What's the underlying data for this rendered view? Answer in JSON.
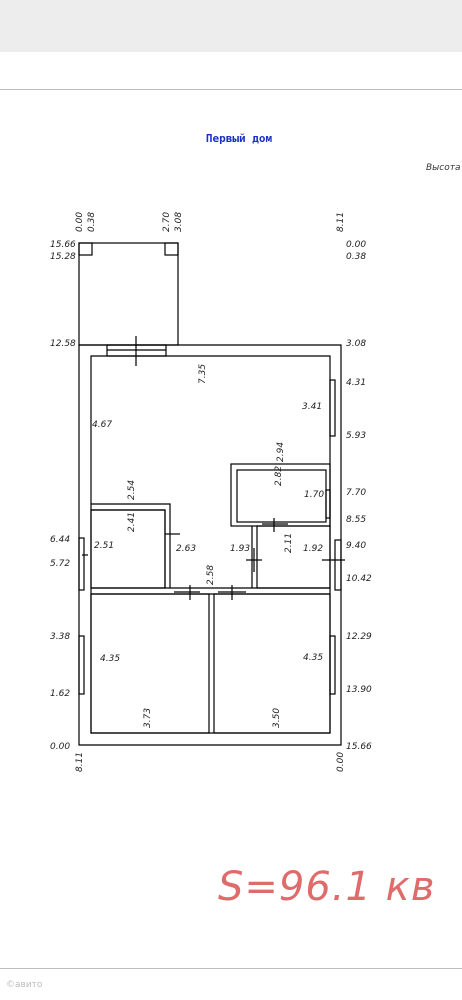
{
  "title": "Первый дом",
  "height_label": "Высота",
  "area_label": "S=96.1 кв",
  "watermark": "©авито",
  "colors": {
    "title": "#1a2fc7",
    "area": "#e06b6b",
    "lines": "#000000"
  },
  "dimensions": {
    "top_000": "0.00",
    "top_038": "0.38",
    "top_270": "2.70",
    "top_308": "3.08",
    "top_811": "8.11",
    "left_1566": "15.66",
    "left_1528": "15.28",
    "left_1258": "12.58",
    "left_644": "6.44",
    "left_572": "5.72",
    "left_338": "3.38",
    "left_162": "1.62",
    "left_000": "0.00",
    "right_000": "0.00",
    "right_038": "0.38",
    "right_308": "3.08",
    "right_431": "4.31",
    "right_593": "5.93",
    "right_770": "7.70",
    "right_855": "8.55",
    "right_940": "9.40",
    "right_1042": "10.42",
    "right_1229": "12.29",
    "right_1390": "13.90",
    "right_1566": "15.66",
    "bottom_811": "8.11",
    "bottom_000": "0.00",
    "room_735": "7.35",
    "room_341": "3.41",
    "room_467": "4.67",
    "room_294": "2.94",
    "room_282": "2.82",
    "room_170": "1.70",
    "room_254": "2.54",
    "room_241": "2.41",
    "room_251": "2.51",
    "room_263": "2.63",
    "room_193": "1.93",
    "room_211": "2.11",
    "room_192": "1.92",
    "room_258": "2.58",
    "room_435a": "4.35",
    "room_435b": "4.35",
    "room_373": "3.73",
    "room_350": "3.50"
  }
}
